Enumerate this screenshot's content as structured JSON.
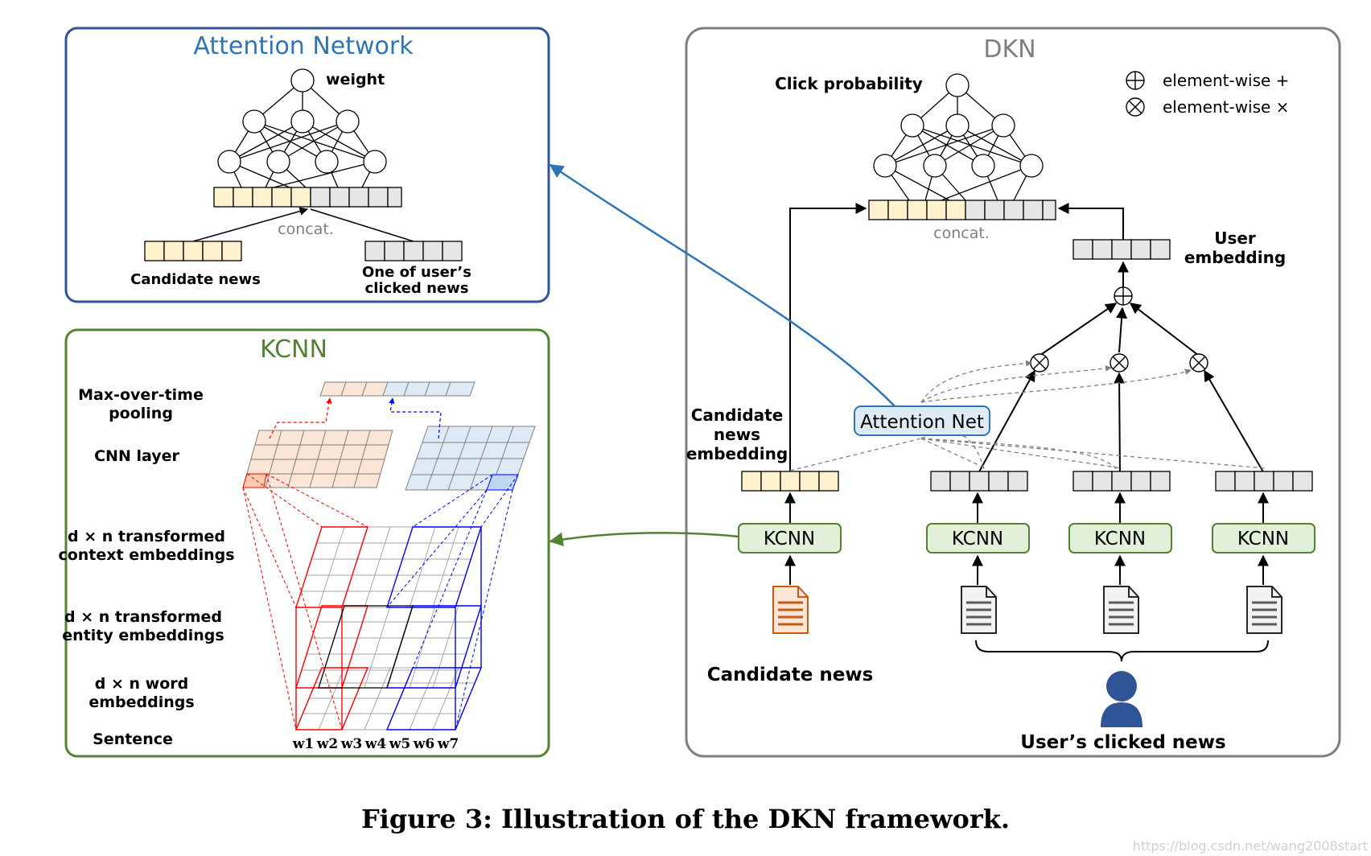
{
  "attention_network": {
    "title": "Attention Network",
    "weight_label": "weight",
    "concat_label": "concat.",
    "candidate_label": "Candidate news",
    "clicked_label_line1": "One of user’s",
    "clicked_label_line2": "clicked news"
  },
  "kcnn": {
    "title": "KCNN",
    "maxpool_line1": "Max-over-time",
    "maxpool_line2": "pooling",
    "cnn_label": "CNN layer",
    "context_line1": "d × n transformed",
    "context_line2": "context embeddings",
    "entity_line1": "d × n transformed",
    "entity_line2": "entity embeddings",
    "word_line1": "d × n word",
    "word_line2": "embeddings",
    "sentence_label": "Sentence",
    "words": [
      "w1",
      "w2",
      "w3",
      "w4",
      "w5",
      "w6",
      "w7"
    ]
  },
  "dkn": {
    "title": "DKN",
    "click_prob": "Click probability",
    "legend_plus": "element-wise +",
    "legend_times": "element-wise ×",
    "concat_label": "concat.",
    "user_emb_line1": "User",
    "user_emb_line2": "embedding",
    "cand_emb_line1": "Candidate",
    "cand_emb_line2": "news",
    "cand_emb_line3": "embedding",
    "attention_net": "Attention Net",
    "kcnn_labels": [
      "KCNN",
      "KCNN",
      "KCNN",
      "KCNN"
    ],
    "candidate_news": "Candidate news",
    "users_clicked": "User’s clicked news"
  },
  "caption": "Figure 3: Illustration of the DKN framework.",
  "watermark": "https://blog.csdn.net/wang2008start",
  "colors": {
    "attention_blue": "#2e75b6",
    "kcnn_green": "#548235",
    "dkn_gray": "#7f7f7f",
    "yellow_cell": "#fff2cc",
    "gray_cell": "#e7e6e6",
    "kcnn_box_fill": "#e2f0d9",
    "att_net_fill": "#deebf7",
    "red": "#ff0000",
    "blue": "#0000ff"
  }
}
